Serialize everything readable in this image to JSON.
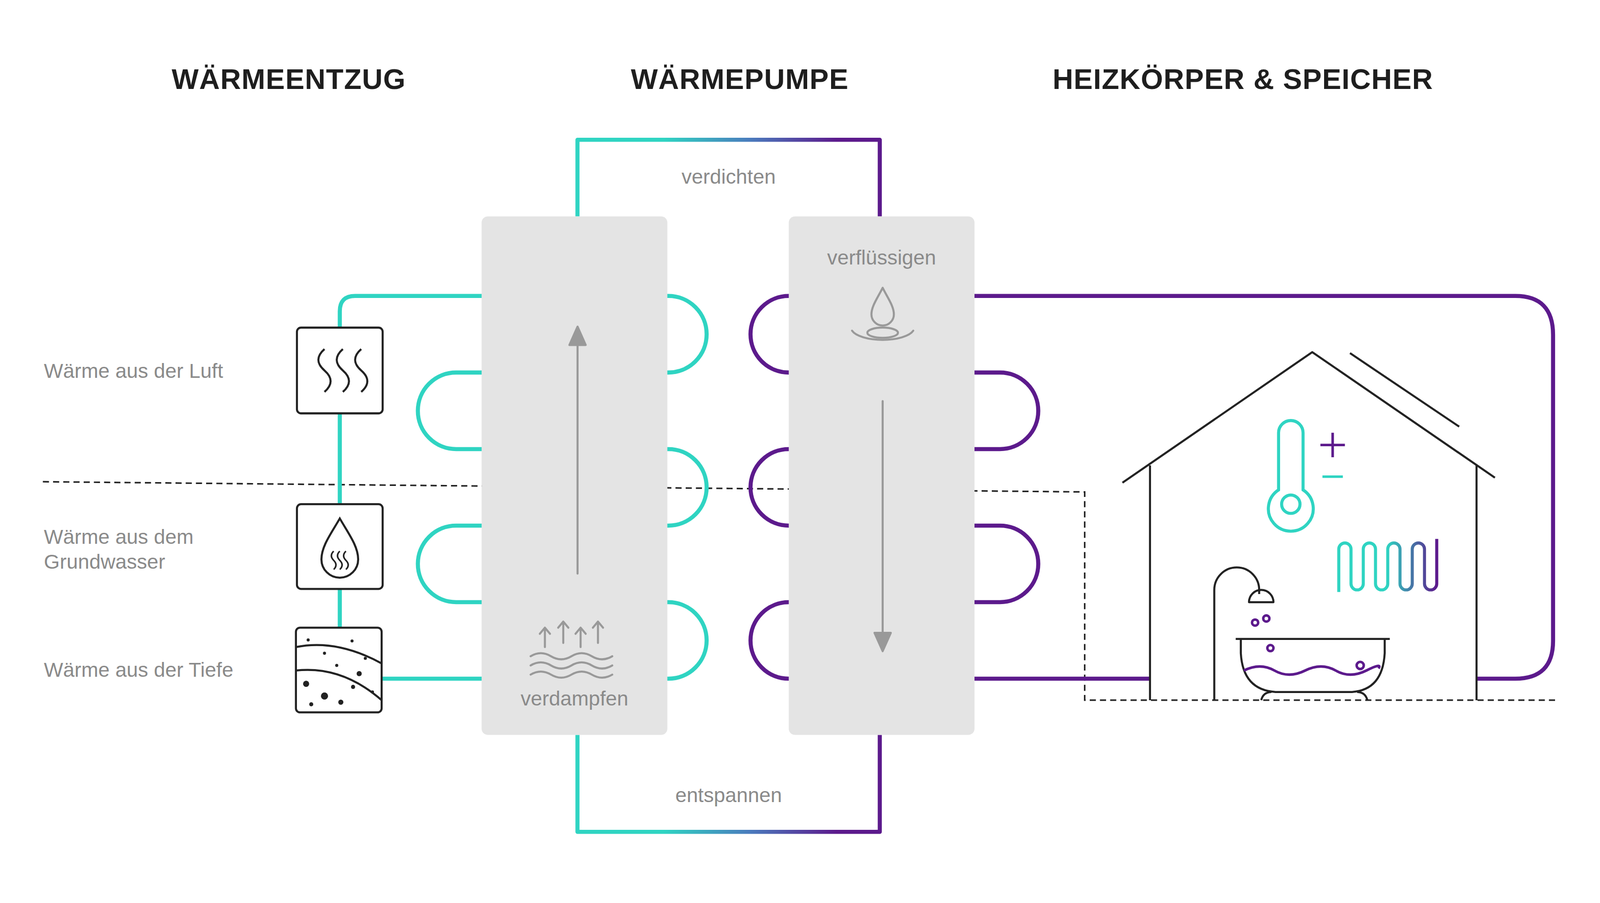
{
  "diagram": {
    "nodes": [
      {
        "text": [
          "verdampfen"
        ]
      },
      {
        "text": [
          "verflüssigen"
        ]
      }
    ],
    "edges": [
      {
        "from": 0,
        "to": 1,
        "arrow": "none",
        "label": "verdichten"
      },
      {
        "from": 1,
        "to": 0,
        "arrow": "none",
        "label": "entspannen"
      }
    ],
    "labels": [
      "WÄRMEENTZUG",
      "WÄRMEPUMPE",
      "HEIZKÖRPER & SPEICHER",
      "Wärme aus der Luft",
      "Wärme aus dem Grundwasser",
      "Wärme aus der Tiefe"
    ]
  }
}
